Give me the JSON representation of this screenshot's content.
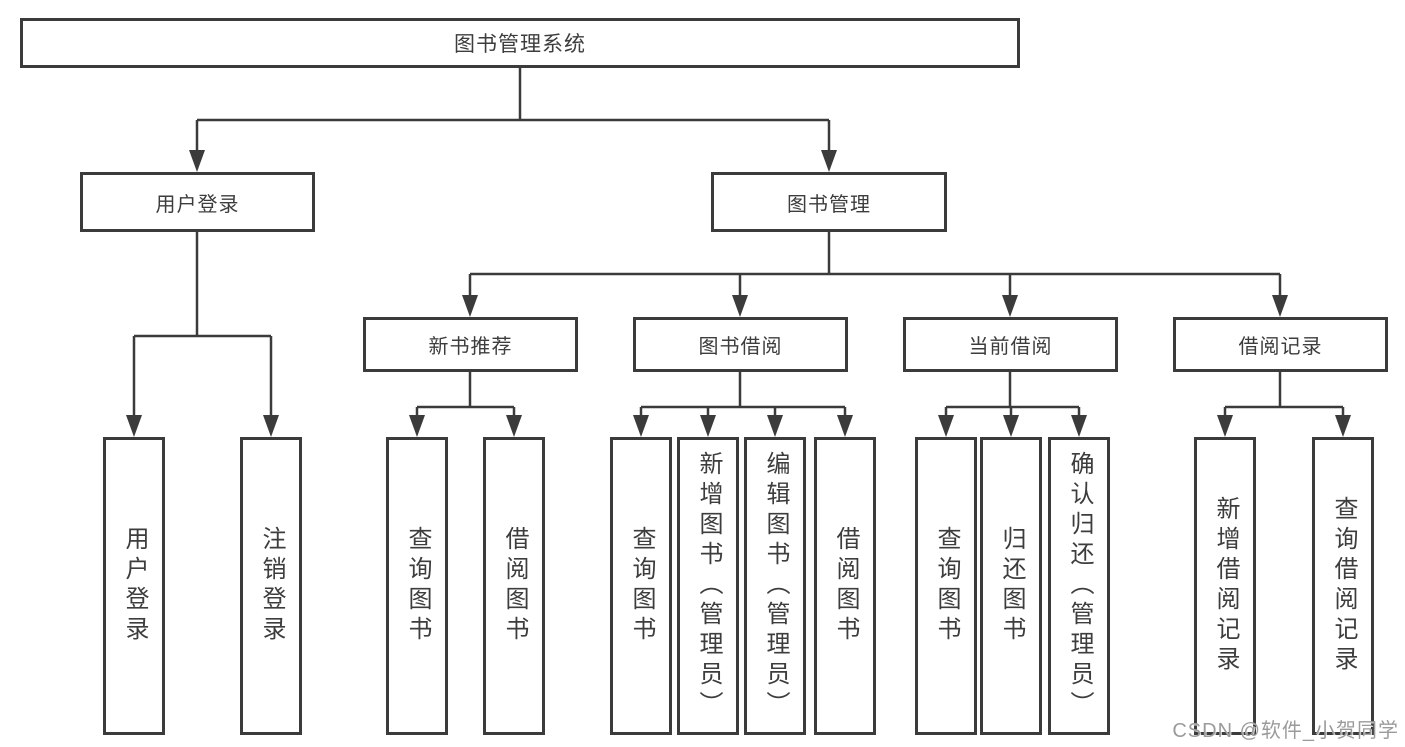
{
  "colors": {
    "background": "#ffffff",
    "line": "#3b3b3b",
    "box_border": "#3b3b3b",
    "text": "#3d3d3d",
    "watermark": "#9b9b9b"
  },
  "watermark": {
    "text": "CSDN @软件_小贺同学"
  },
  "tree": {
    "root": {
      "label": "图书管理系统",
      "children": [
        {
          "label": "用户登录",
          "children": [
            {
              "label": "用户登录"
            },
            {
              "label": "注销登录"
            }
          ]
        },
        {
          "label": "图书管理",
          "children": [
            {
              "label": "新书推荐",
              "children": [
                {
                  "label": "查询图书"
                },
                {
                  "label": "借阅图书"
                }
              ]
            },
            {
              "label": "图书借阅",
              "children": [
                {
                  "label": "查询图书"
                },
                {
                  "label": "新增图书（管理员）"
                },
                {
                  "label": "编辑图书（管理员）"
                },
                {
                  "label": "借阅图书"
                }
              ]
            },
            {
              "label": "当前借阅",
              "children": [
                {
                  "label": "查询图书"
                },
                {
                  "label": "归还图书"
                },
                {
                  "label": "确认归还（管理员）"
                }
              ]
            },
            {
              "label": "借阅记录",
              "children": [
                {
                  "label": "新增借阅记录"
                },
                {
                  "label": "查询借阅记录"
                }
              ]
            }
          ]
        }
      ]
    }
  }
}
